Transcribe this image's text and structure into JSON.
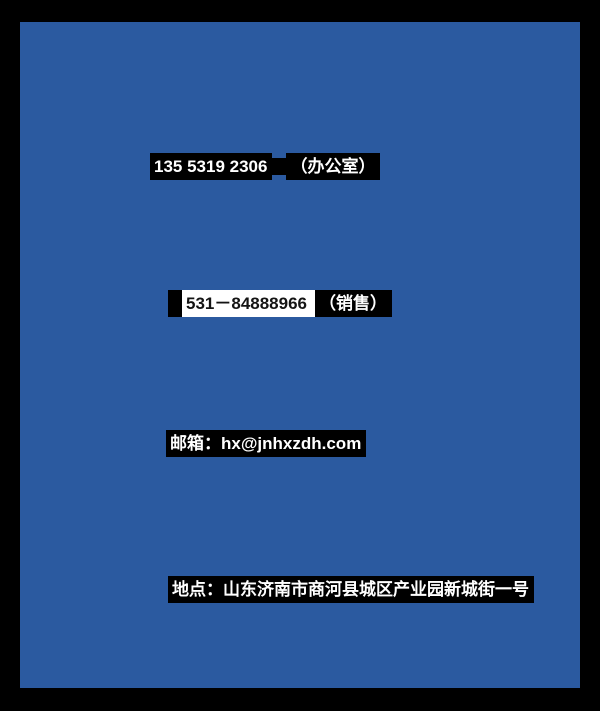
{
  "page": {
    "background_color": "#2B5AA0",
    "frame_color": "#000000",
    "highlight_color": "#000000",
    "selection_box_color": "#FFFFFF"
  },
  "contact": {
    "office_phone": "135 5319 2306",
    "office_label": "（办公室）",
    "sales_phone": "531－84888966",
    "sales_label": "（销售）",
    "email_line": "邮箱：hx@jnhxzdh.com",
    "address_line": "地点：山东济南市商河县城区产业园新城街一号"
  }
}
